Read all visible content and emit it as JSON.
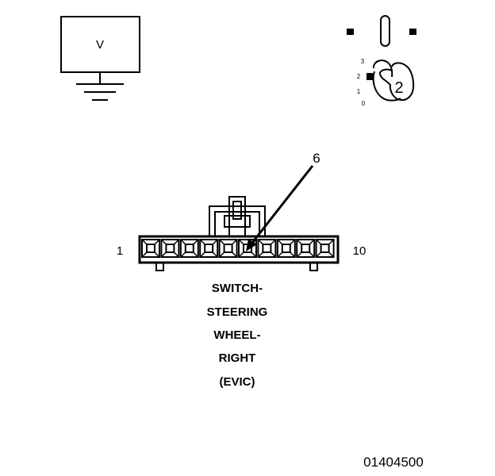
{
  "meter": {
    "symbol": "V"
  },
  "ignition": {
    "positions": [
      "3",
      "2",
      "1",
      "0"
    ],
    "setting": "2"
  },
  "connector": {
    "pin_first": "1",
    "pin_last": "10",
    "callout_pin": "6",
    "pin_count": 10
  },
  "caption": {
    "line1": "SWITCH-",
    "line2": "STEERING",
    "line3": "WHEEL-",
    "line4": "RIGHT",
    "line5": "(EVIC)"
  },
  "figure_id": "01404500"
}
